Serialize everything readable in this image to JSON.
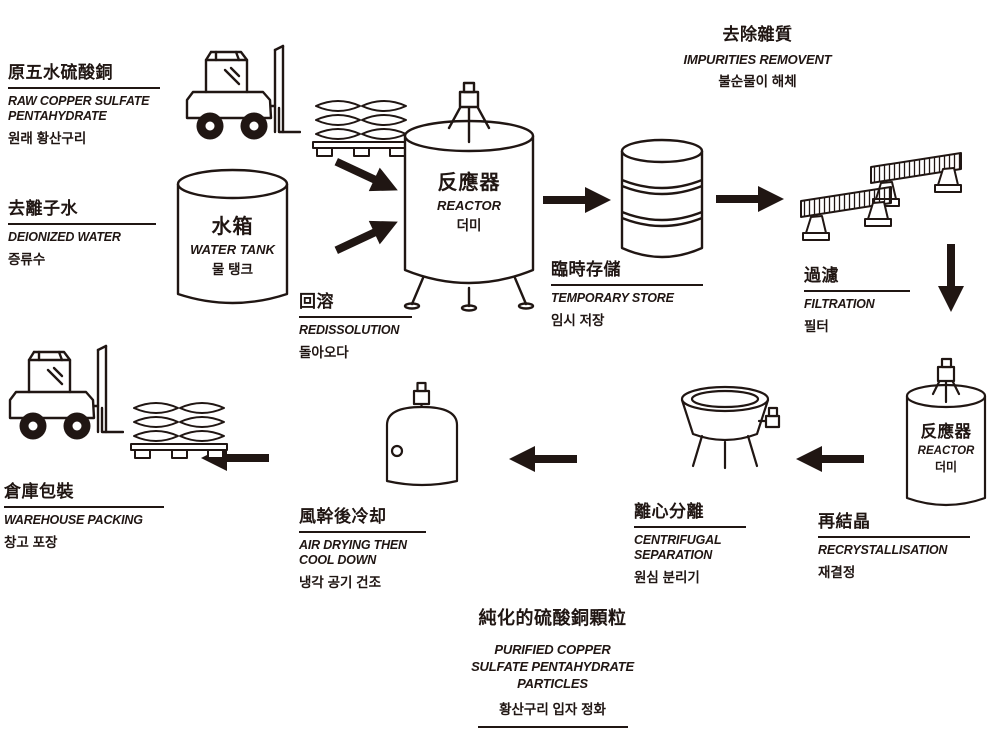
{
  "palette": {
    "ink": "#201613",
    "background": "#ffffff"
  },
  "labels": {
    "raw": {
      "zh": "原五水硫酸銅",
      "en1": "RAW COPPER SULFATE",
      "en2": "PENTAHYDRATE",
      "ko": "원래 황산구리"
    },
    "deionized": {
      "zh": "去離子水",
      "en": "DEIONIZED WATER",
      "ko": "증류수"
    },
    "water_tank": {
      "zh": "水箱",
      "en": "WATER TANK",
      "ko": "물 탱크"
    },
    "reactor1": {
      "zh": "反應器",
      "en": "REACTOR",
      "ko": "더미"
    },
    "redissolution": {
      "zh": "回溶",
      "en": "REDISSOLUTION",
      "ko": "돌아오다"
    },
    "temporary": {
      "zh": "臨時存儲",
      "en": "TEMPORARY STORE",
      "ko": "임시 저장"
    },
    "impurities": {
      "zh": "去除雜質",
      "en": "IMPURITIES REMOVENT",
      "ko": "불순물이 해체"
    },
    "filtration": {
      "zh": "過濾",
      "en": "FILTRATION",
      "ko": "필터"
    },
    "reactor2": {
      "zh": "反應器",
      "en": "REACTOR",
      "ko": "더미"
    },
    "recrystallisation": {
      "zh": "再結晶",
      "en": "RECRYSTALLISATION",
      "ko": "재결정"
    },
    "centrifugal": {
      "zh": "離心分離",
      "en1": "CENTRIFUGAL",
      "en2": "SEPARATION",
      "ko": "원심 분리기"
    },
    "air_drying": {
      "zh": "風幹後冷却",
      "en1": "AIR DRYING THEN",
      "en2": "COOL DOWN",
      "ko": "냉각 공기 건조"
    },
    "warehouse": {
      "zh": "倉庫包裝",
      "en": "WAREHOUSE PACKING",
      "ko": "창고 포장"
    },
    "purified": {
      "zh": "純化的硫酸銅顆粒",
      "en1": "PURIFIED COPPER",
      "en2": "SULFATE PENTAHYDRATE",
      "en3": "PARTICLES",
      "ko": "황산구리 입자 정화"
    }
  },
  "flow_order": [
    "raw",
    "deionized",
    "water_tank",
    "reactor1_redissolution",
    "temporary",
    "filtration_impurities_removal",
    "reactor2_recrystallisation",
    "centrifugal",
    "air_drying",
    "warehouse_purified_product"
  ]
}
